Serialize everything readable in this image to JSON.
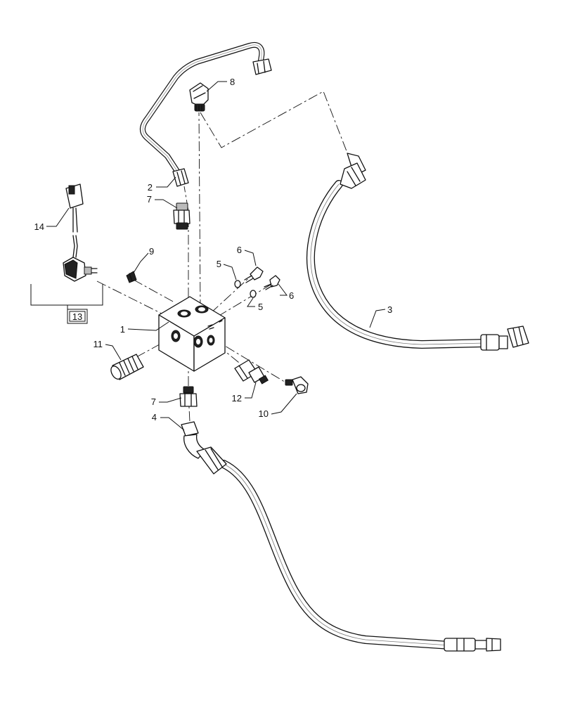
{
  "diagram": {
    "callouts": [
      {
        "id": "c1",
        "label": "1"
      },
      {
        "id": "c2",
        "label": "2"
      },
      {
        "id": "c3",
        "label": "3"
      },
      {
        "id": "c4",
        "label": "4"
      },
      {
        "id": "c5a",
        "label": "5"
      },
      {
        "id": "c5b",
        "label": "5"
      },
      {
        "id": "c6a",
        "label": "6"
      },
      {
        "id": "c6b",
        "label": "6"
      },
      {
        "id": "c7a",
        "label": "7"
      },
      {
        "id": "c7b",
        "label": "7"
      },
      {
        "id": "c8",
        "label": "8"
      },
      {
        "id": "c9",
        "label": "9"
      },
      {
        "id": "c10",
        "label": "10"
      },
      {
        "id": "c11",
        "label": "11"
      },
      {
        "id": "c12",
        "label": "12"
      },
      {
        "id": "c13",
        "label": "13"
      },
      {
        "id": "c14",
        "label": "14"
      }
    ]
  }
}
